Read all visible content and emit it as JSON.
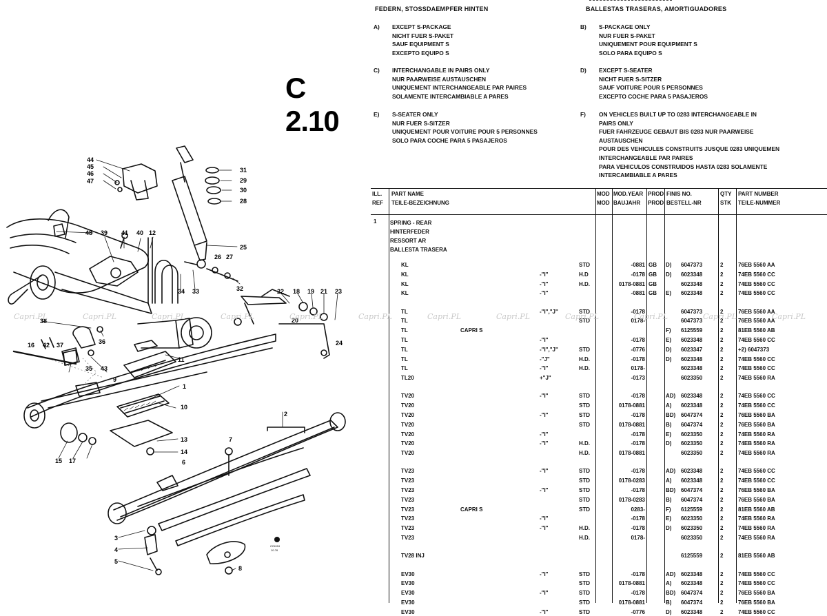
{
  "page_code": "C 2.10",
  "header": {
    "left_title": "FEDERN, STOSSDAEMPFER HINTEN",
    "right_title": "BALLESTAS TRASERAS, AMORTIGUADORES"
  },
  "notes": [
    {
      "key": "A)",
      "lines": [
        "EXCEPT S-PACKAGE",
        "NICHT FUER S-PAKET",
        "SAUF EQUIPMENT S",
        "EXCEPTO EQUIPO S"
      ]
    },
    {
      "key": "B)",
      "lines": [
        "S-PACKAGE ONLY",
        "NUR FUER S-PAKET",
        "UNIQUEMENT POUR EQUIPMENT S",
        "SOLO PARA EQUIPO S"
      ]
    },
    {
      "key": "C)",
      "lines": [
        "INTERCHANGABLE IN PAIRS ONLY",
        "NUR PAARWEISE AUSTAUSCHEN",
        "UNIQUEMENT INTERCHANGEABLE PAR PAIRES",
        "SOLAMENTE INTERCAMBIABLE A PARES"
      ]
    },
    {
      "key": "D)",
      "lines": [
        "EXCEPT S-SEATER",
        "NICHT FUER S-SITZER",
        "SAUF VOITURE POUR 5 PERSONNES",
        "EXCEPTO COCHE PARA 5 PASAJEROS"
      ]
    },
    {
      "key": "E)",
      "lines": [
        "S-SEATER ONLY",
        "NUR FUER S-SITZER",
        "UNIQUEMENT POUR VOITURE POUR 5 PERSONNES",
        "SOLO PARA COCHE PARA 5 PASAJEROS"
      ]
    },
    {
      "key": "F)",
      "lines": [
        "ON VEHICLES BUILT UP TO 0283 INTERCHANGEABLE IN",
        "PAIRS ONLY",
        "FUER FAHRZEUGE GEBAUT BIS 0283 NUR PAARWEISE",
        "AUSTAUSCHEN",
        "POUR DES VEHICULES CONSTRUITS JUSQUE 0283 UNIQUEMEN",
        "INTERCHANGEABLE PAR PAIRES",
        "PARA VEHICULOS CONSTRUIDOS HASTA 0283 SOLAMENTE",
        "INTERCAMBIABLE A PARES"
      ]
    }
  ],
  "table": {
    "headers": {
      "ill_ref": [
        "ILL.",
        "REF"
      ],
      "part_name": [
        "PART NAME",
        "TEILE-BEZEICHNUNG"
      ],
      "mod": [
        "MOD",
        "MOD"
      ],
      "mod_year": [
        "MOD.YEAR",
        "BAUJAHR"
      ],
      "prod": [
        "PROD",
        "PROD"
      ],
      "finis": [
        "FINIS NO.",
        "BESTELL-NR"
      ],
      "qty": [
        "QTY",
        "STK"
      ],
      "part_number": [
        "PART NUMBER",
        "TEILE-NUMMER"
      ]
    },
    "item": {
      "ref": "1",
      "names": [
        "SPRING - REAR",
        "HINTERFEDER",
        "RESSORT AR",
        "BALLESTA TRASERA"
      ]
    },
    "rows": [
      {
        "model": "KL",
        "extra": "",
        "mark": "",
        "mod": "STD",
        "year": "-0881",
        "prod": "GB",
        "note": "D)",
        "finis": "6047373",
        "qty": "2",
        "partno": "76EB 5560 AA"
      },
      {
        "model": "KL",
        "extra": "",
        "mark": "-\"I\"",
        "mod": "H.D",
        "year": "-0178",
        "prod": "GB",
        "note": "D)",
        "finis": "6023348",
        "qty": "2",
        "partno": "74EB 5560 CC"
      },
      {
        "model": "KL",
        "extra": "",
        "mark": "-\"I\"",
        "mod": "H.D.",
        "year": "0178-0881",
        "prod": "GB",
        "note": "",
        "finis": "6023348",
        "qty": "2",
        "partno": "74EB 5560 CC"
      },
      {
        "model": "KL",
        "extra": "",
        "mark": "-\"I\"",
        "mod": "",
        "year": "-0881",
        "prod": "GB",
        "note": "E)",
        "finis": "6023348",
        "qty": "2",
        "partno": "74EB 5560 CC"
      },
      {
        "gap": true
      },
      {
        "model": "TL",
        "extra": "",
        "mark": "-\"I\",\"J\"",
        "mod": "STD",
        "year": "-0178",
        "prod": "",
        "note": "",
        "finis": "6047373",
        "qty": "2",
        "partno": "76EB 5560 AA"
      },
      {
        "model": "TL",
        "extra": "",
        "mark": "",
        "mod": "STD",
        "year": "0178-",
        "prod": "",
        "note": "",
        "finis": "6047373",
        "qty": "2",
        "partno": "76EB 5560 AA"
      },
      {
        "model": "TL",
        "extra": "CAPRI S",
        "mark": "",
        "mod": "",
        "year": "",
        "prod": "",
        "note": "F)",
        "finis": "6125559",
        "qty": "2",
        "partno": "81EB 5560 AB"
      },
      {
        "model": "TL",
        "extra": "",
        "mark": "-\"I\"",
        "mod": "",
        "year": "-0178",
        "prod": "",
        "note": "E)",
        "finis": "6023348",
        "qty": "2",
        "partno": "74EB 5560 CC"
      },
      {
        "model": "TL",
        "extra": "",
        "mark": "-\"I\",\"J\"",
        "mod": "STD",
        "year": "-0776",
        "prod": "",
        "note": "D)",
        "finis": "6023347",
        "qty": "2",
        "partno": "+2) 6047373"
      },
      {
        "model": "TL",
        "extra": "",
        "mark": "-\"J\"",
        "mod": "H.D.",
        "year": "-0178",
        "prod": "",
        "note": "D)",
        "finis": "6023348",
        "qty": "2",
        "partno": "74EB 5560 CC"
      },
      {
        "model": "TL",
        "extra": "",
        "mark": "-\"I\"",
        "mod": "H.D.",
        "year": "0178-",
        "prod": "",
        "note": "",
        "finis": "6023348",
        "qty": "2",
        "partno": "74EB 5560 CC"
      },
      {
        "model": "TL20",
        "extra": "",
        "mark": "+\"J\"",
        "mod": "",
        "year": "-0173",
        "prod": "",
        "note": "",
        "finis": "6023350",
        "qty": "2",
        "partno": "74EB 5560 RA"
      },
      {
        "gap": true
      },
      {
        "model": "TV20",
        "extra": "",
        "mark": "-\"I\"",
        "mod": "STD",
        "year": "-0178",
        "prod": "",
        "note": "AD)",
        "finis": "6023348",
        "qty": "2",
        "partno": "74EB 5560 CC"
      },
      {
        "model": "TV20",
        "extra": "",
        "mark": "",
        "mod": "STD",
        "year": "0178-0881",
        "prod": "",
        "note": "A)",
        "finis": "6023348",
        "qty": "2",
        "partno": "74EB 5560 CC"
      },
      {
        "model": "TV20",
        "extra": "",
        "mark": "-\"I\"",
        "mod": "STD",
        "year": "-0178",
        "prod": "",
        "note": "BD)",
        "finis": "6047374",
        "qty": "2",
        "partno": "76EB 5560 BA"
      },
      {
        "model": "TV20",
        "extra": "",
        "mark": "",
        "mod": "STD",
        "year": "0178-0881",
        "prod": "",
        "note": "B)",
        "finis": "6047374",
        "qty": "2",
        "partno": "76EB 5560 BA"
      },
      {
        "model": "TV20",
        "extra": "",
        "mark": "-\"I\"",
        "mod": "",
        "year": "-0178",
        "prod": "",
        "note": "E)",
        "finis": "6023350",
        "qty": "2",
        "partno": "74EB 5560 RA"
      },
      {
        "model": "TV20",
        "extra": "",
        "mark": "-\"I\"",
        "mod": "H.D.",
        "year": "-0178",
        "prod": "",
        "note": "D)",
        "finis": "6023350",
        "qty": "2",
        "partno": "74EB 5560 RA"
      },
      {
        "model": "TV20",
        "extra": "",
        "mark": "",
        "mod": "H.D.",
        "year": "0178-0881",
        "prod": "",
        "note": "",
        "finis": "6023350",
        "qty": "2",
        "partno": "74EB 5560 RA"
      },
      {
        "gap": true
      },
      {
        "model": "TV23",
        "extra": "",
        "mark": "-\"I\"",
        "mod": "STD",
        "year": "-0178",
        "prod": "",
        "note": "AD)",
        "finis": "6023348",
        "qty": "2",
        "partno": "74EB 5560 CC"
      },
      {
        "model": "TV23",
        "extra": "",
        "mark": "",
        "mod": "STD",
        "year": "0178-0283",
        "prod": "",
        "note": "A)",
        "finis": "6023348",
        "qty": "2",
        "partno": "74EB 5560 CC"
      },
      {
        "model": "TV23",
        "extra": "",
        "mark": "-\"I\"",
        "mod": "STD",
        "year": "-0178",
        "prod": "",
        "note": "BD)",
        "finis": "6047374",
        "qty": "2",
        "partno": "76EB 5560 BA"
      },
      {
        "model": "TV23",
        "extra": "",
        "mark": "",
        "mod": "STD",
        "year": "0178-0283",
        "prod": "",
        "note": "B)",
        "finis": "6047374",
        "qty": "2",
        "partno": "76EB 5560 BA"
      },
      {
        "model": "TV23",
        "extra": "CAPRI S",
        "mark": "",
        "mod": "STD",
        "year": "0283-",
        "prod": "",
        "note": "F)",
        "finis": "6125559",
        "qty": "2",
        "partno": "81EB 5560 AB"
      },
      {
        "model": "TV23",
        "extra": "",
        "mark": "-\"I\"",
        "mod": "",
        "year": "-0178",
        "prod": "",
        "note": "E)",
        "finis": "6023350",
        "qty": "2",
        "partno": "74EB 5560 RA"
      },
      {
        "model": "TV23",
        "extra": "",
        "mark": "-\"I\"",
        "mod": "H.D.",
        "year": "-0178",
        "prod": "",
        "note": "D)",
        "finis": "6023350",
        "qty": "2",
        "partno": "74EB 5560 RA"
      },
      {
        "model": "TV23",
        "extra": "",
        "mark": "",
        "mod": "H.D.",
        "year": "0178-",
        "prod": "",
        "note": "",
        "finis": "6023350",
        "qty": "2",
        "partno": "74EB 5560 RA"
      },
      {
        "gap": true
      },
      {
        "model": "TV28 INJ",
        "extra": "",
        "mark": "",
        "mod": "",
        "year": "",
        "prod": "",
        "note": "",
        "finis": "6125559",
        "qty": "2",
        "partno": "81EB 5560 AB"
      },
      {
        "gap": true
      },
      {
        "model": "EV30",
        "extra": "",
        "mark": "-\"I\"",
        "mod": "STD",
        "year": "-0178",
        "prod": "",
        "note": "AD)",
        "finis": "6023348",
        "qty": "2",
        "partno": "74EB 5560 CC"
      },
      {
        "model": "EV30",
        "extra": "",
        "mark": "",
        "mod": "STD",
        "year": "0178-0881",
        "prod": "",
        "note": "A)",
        "finis": "6023348",
        "qty": "2",
        "partno": "74EB 5560 CC"
      },
      {
        "model": "EV30",
        "extra": "",
        "mark": "-\"I\"",
        "mod": "STD",
        "year": "-0178",
        "prod": "",
        "note": "BD)",
        "finis": "6047374",
        "qty": "2",
        "partno": "76EB 5560 BA"
      },
      {
        "model": "EV30",
        "extra": "",
        "mark": "",
        "mod": "STD",
        "year": "0178-0881",
        "prod": "",
        "note": "B)",
        "finis": "6047374",
        "qty": "2",
        "partno": "76EB 5560 BA"
      },
      {
        "model": "EV30",
        "extra": "",
        "mark": "-\"I\"",
        "mod": "STD",
        "year": "-0776",
        "prod": "",
        "note": "D)",
        "finis": "6023348",
        "qty": "2",
        "partno": "74EB 5560 CC"
      }
    ]
  },
  "watermark_text": "Capri.PL",
  "diagram": {
    "callouts": [
      "44",
      "45",
      "46",
      "47",
      "48",
      "39",
      "41",
      "40",
      "12",
      "31",
      "29",
      "30",
      "28",
      "25",
      "26",
      "27",
      "33",
      "34",
      "32",
      "22",
      "18",
      "19",
      "21",
      "23",
      "24",
      "20",
      "36",
      "38",
      "42",
      "37",
      "35",
      "43",
      "16",
      "9",
      "1",
      "10",
      "11",
      "13",
      "14",
      "15",
      "17",
      "2",
      "6",
      "7",
      "3",
      "4",
      "5",
      "8"
    ],
    "stamp_lines": [
      "C21024",
      "10-76"
    ]
  }
}
